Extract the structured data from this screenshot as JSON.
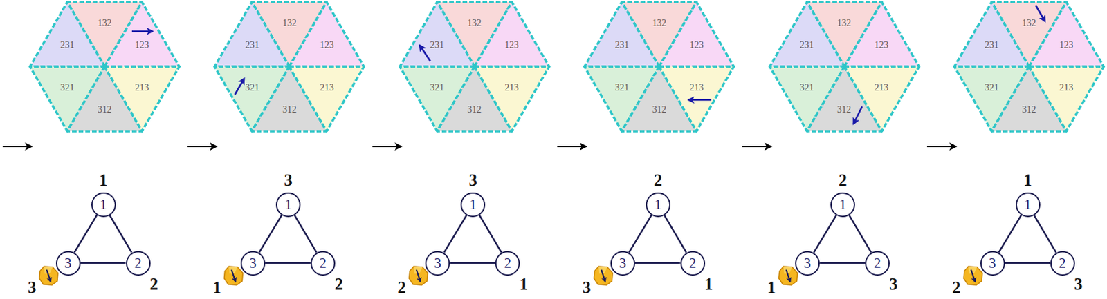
{
  "diagram": {
    "nodes": [
      {
        "text": [
          "132"
        ]
      },
      {
        "text": [
          "231"
        ]
      },
      {
        "text": [
          "123"
        ]
      },
      {
        "text": [
          "321"
        ]
      },
      {
        "text": [
          "312"
        ]
      },
      {
        "text": [
          "213"
        ]
      },
      {
        "text": [
          "1"
        ]
      },
      {
        "text": [
          "3"
        ]
      },
      {
        "text": [
          "2"
        ]
      },
      {
        "text": [
          "132"
        ]
      },
      {
        "text": [
          "231"
        ]
      },
      {
        "text": [
          "123"
        ]
      },
      {
        "text": [
          "321"
        ]
      },
      {
        "text": [
          "312"
        ]
      },
      {
        "text": [
          "213"
        ]
      },
      {
        "text": [
          "1"
        ]
      },
      {
        "text": [
          "3"
        ]
      },
      {
        "text": [
          "2"
        ]
      },
      {
        "text": [
          "132"
        ]
      },
      {
        "text": [
          "231"
        ]
      },
      {
        "text": [
          "123"
        ]
      },
      {
        "text": [
          "321"
        ]
      },
      {
        "text": [
          "312"
        ]
      },
      {
        "text": [
          "213"
        ]
      },
      {
        "text": [
          "1"
        ]
      },
      {
        "text": [
          "3"
        ]
      },
      {
        "text": [
          "2"
        ]
      },
      {
        "text": [
          "132"
        ]
      },
      {
        "text": [
          "231"
        ]
      },
      {
        "text": [
          "123"
        ]
      },
      {
        "text": [
          "321"
        ]
      },
      {
        "text": [
          "312"
        ]
      },
      {
        "text": [
          "213"
        ]
      },
      {
        "text": [
          "1"
        ]
      },
      {
        "text": [
          "3"
        ]
      },
      {
        "text": [
          "2"
        ]
      },
      {
        "text": [
          "132"
        ]
      },
      {
        "text": [
          "231"
        ]
      },
      {
        "text": [
          "123"
        ]
      },
      {
        "text": [
          "321"
        ]
      },
      {
        "text": [
          "312"
        ]
      },
      {
        "text": [
          "213"
        ]
      },
      {
        "text": [
          "1"
        ]
      },
      {
        "text": [
          "3"
        ]
      },
      {
        "text": [
          "2"
        ]
      },
      {
        "text": [
          "132"
        ]
      },
      {
        "text": [
          "231"
        ]
      },
      {
        "text": [
          "123"
        ]
      },
      {
        "text": [
          "321"
        ]
      },
      {
        "text": [
          "312"
        ]
      },
      {
        "text": [
          "213"
        ]
      },
      {
        "text": [
          "1"
        ]
      },
      {
        "text": [
          "3"
        ]
      },
      {
        "text": [
          "2"
        ]
      }
    ],
    "edges": [
      {
        "from": 6,
        "to": 7,
        "arrow": "none"
      },
      {
        "from": 6,
        "to": 8,
        "arrow": "none"
      },
      {
        "from": 7,
        "to": 8,
        "arrow": "none"
      },
      {
        "from": 15,
        "to": 16,
        "arrow": "none"
      },
      {
        "from": 15,
        "to": 17,
        "arrow": "none"
      },
      {
        "from": 16,
        "to": 17,
        "arrow": "none"
      },
      {
        "from": 24,
        "to": 25,
        "arrow": "none"
      },
      {
        "from": 24,
        "to": 26,
        "arrow": "none"
      },
      {
        "from": 25,
        "to": 26,
        "arrow": "none"
      },
      {
        "from": 33,
        "to": 34,
        "arrow": "none"
      },
      {
        "from": 33,
        "to": 35,
        "arrow": "none"
      },
      {
        "from": 34,
        "to": 35,
        "arrow": "none"
      },
      {
        "from": 42,
        "to": 43,
        "arrow": "none"
      },
      {
        "from": 42,
        "to": 44,
        "arrow": "none"
      },
      {
        "from": 43,
        "to": 44,
        "arrow": "none"
      },
      {
        "from": 51,
        "to": 52,
        "arrow": "none"
      },
      {
        "from": 51,
        "to": 53,
        "arrow": "none"
      },
      {
        "from": 52,
        "to": 53,
        "arrow": "none"
      }
    ],
    "labels": [
      "1",
      "3",
      "2",
      "3",
      "1",
      "2",
      "3",
      "2",
      "1",
      "2",
      "3",
      "1",
      "2",
      "1",
      "3",
      "1",
      "2",
      "3"
    ]
  }
}
